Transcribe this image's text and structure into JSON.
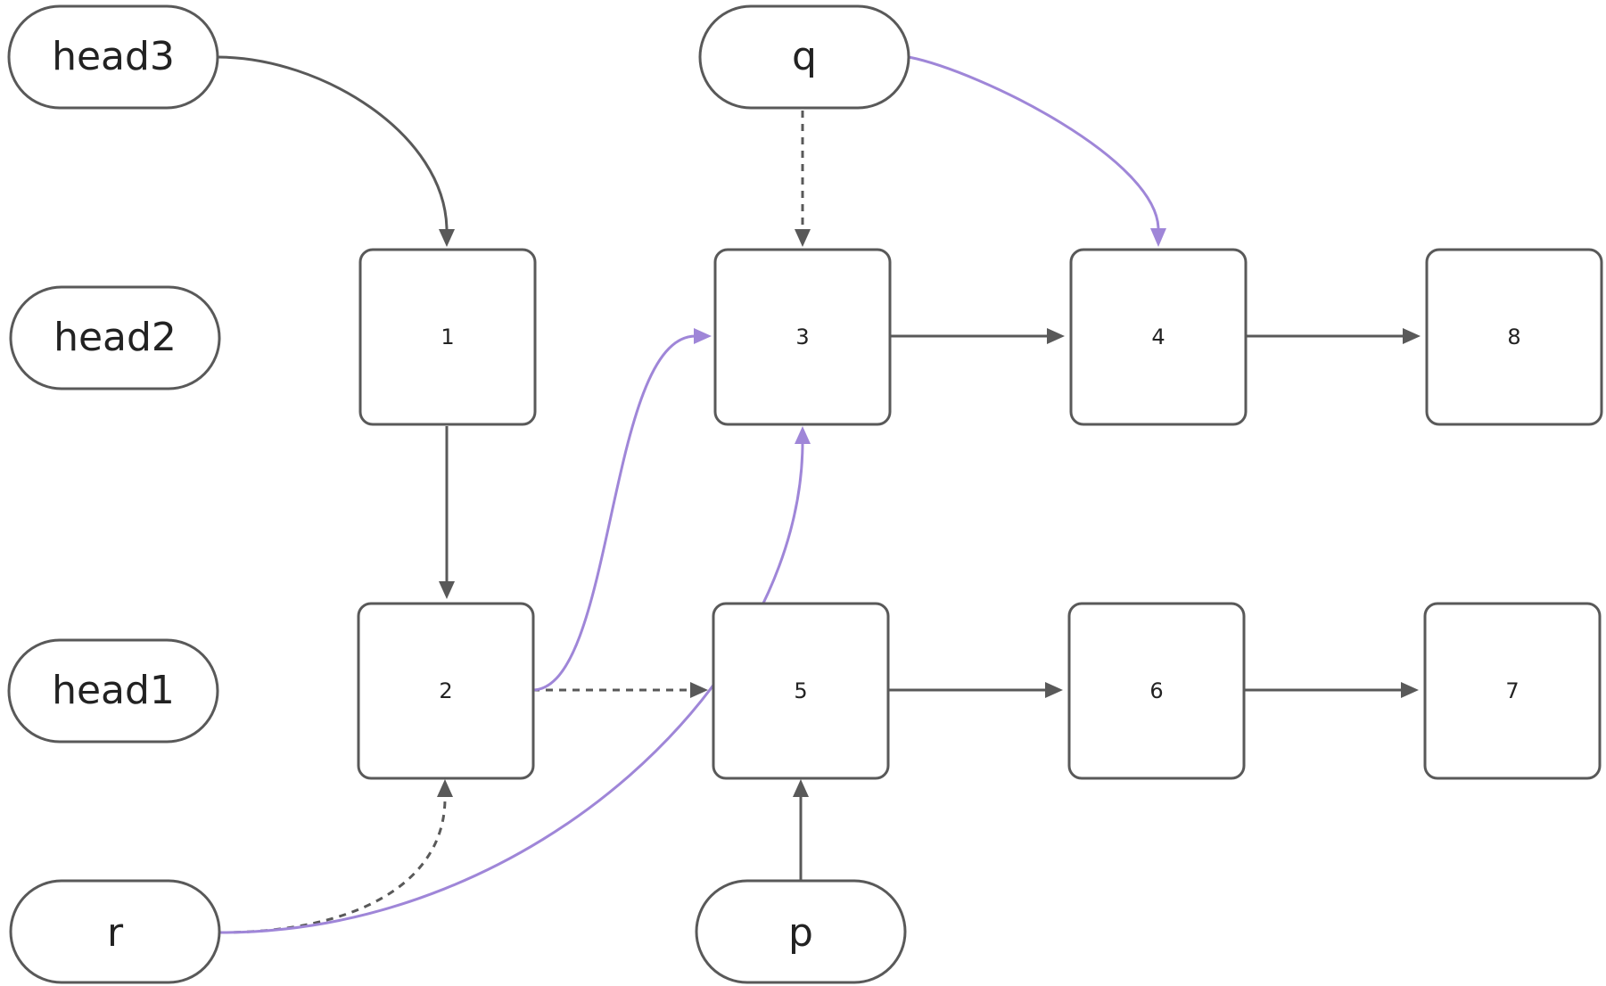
{
  "colors": {
    "outline": "#595959",
    "gray_arrow": "#595959",
    "purple_arrow": "#9f86d8",
    "background": "#ffffff"
  },
  "pointers": [
    {
      "id": "head3",
      "label": "head3"
    },
    {
      "id": "head2",
      "label": "head2"
    },
    {
      "id": "head1",
      "label": "head1"
    },
    {
      "id": "r",
      "label": "r"
    },
    {
      "id": "q",
      "label": "q"
    },
    {
      "id": "p",
      "label": "p"
    }
  ],
  "nodes": [
    {
      "id": "n1",
      "label": "1"
    },
    {
      "id": "n2",
      "label": "2"
    },
    {
      "id": "n3",
      "label": "3"
    },
    {
      "id": "n4",
      "label": "4"
    },
    {
      "id": "n8",
      "label": "8"
    },
    {
      "id": "n5",
      "label": "5"
    },
    {
      "id": "n6",
      "label": "6"
    },
    {
      "id": "n7",
      "label": "7"
    }
  ],
  "edges": [
    {
      "from": "head3",
      "to": "n1",
      "color": "gray",
      "style": "solid"
    },
    {
      "from": "n1",
      "to": "n2",
      "color": "gray",
      "style": "solid"
    },
    {
      "from": "n3",
      "to": "n4",
      "color": "gray",
      "style": "solid"
    },
    {
      "from": "n4",
      "to": "n8",
      "color": "gray",
      "style": "solid"
    },
    {
      "from": "n5",
      "to": "n6",
      "color": "gray",
      "style": "solid"
    },
    {
      "from": "n6",
      "to": "n7",
      "color": "gray",
      "style": "solid"
    },
    {
      "from": "p",
      "to": "n5",
      "color": "gray",
      "style": "solid"
    },
    {
      "from": "q",
      "to": "n3",
      "color": "gray",
      "style": "dashed"
    },
    {
      "from": "n2",
      "to": "n5",
      "color": "gray",
      "style": "dashed"
    },
    {
      "from": "r",
      "to": "n2",
      "color": "gray",
      "style": "dashed"
    },
    {
      "from": "q",
      "to": "n4",
      "color": "purple",
      "style": "solid"
    },
    {
      "from": "n2",
      "to": "n3",
      "color": "purple",
      "style": "solid"
    },
    {
      "from": "r",
      "to": "n3",
      "color": "purple",
      "style": "solid"
    }
  ]
}
